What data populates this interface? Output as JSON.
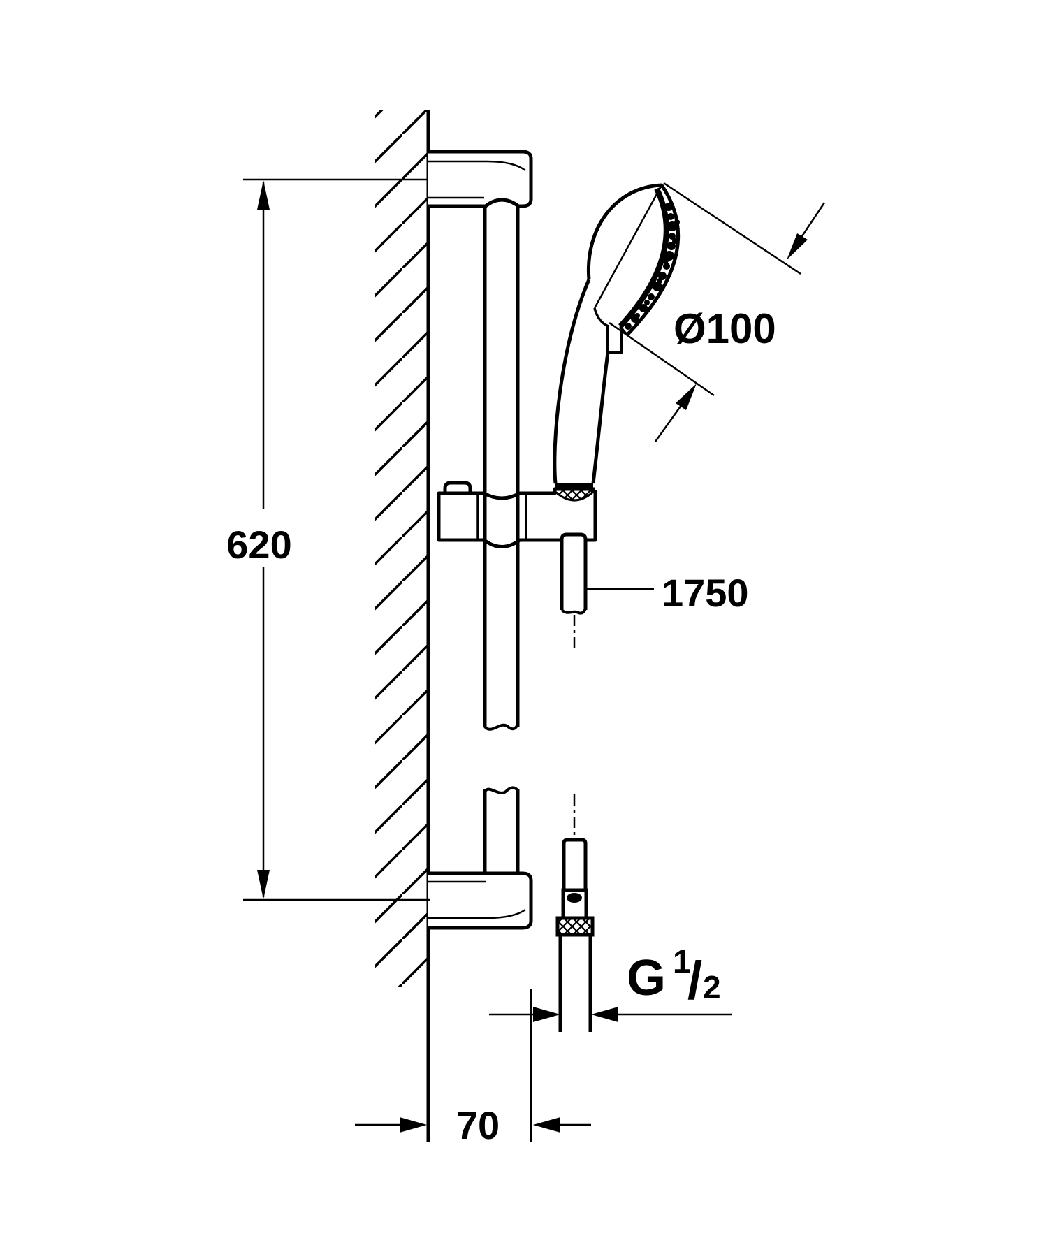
{
  "labels": {
    "rail_length": "620",
    "head_diameter": "Ø100",
    "hose_length": "1750",
    "wall_offset": "70",
    "thread_g": "G",
    "thread_num": "1",
    "thread_slash": "/",
    "thread_den": "2"
  },
  "colors": {
    "ink": "#000000",
    "paper": "#ffffff"
  }
}
